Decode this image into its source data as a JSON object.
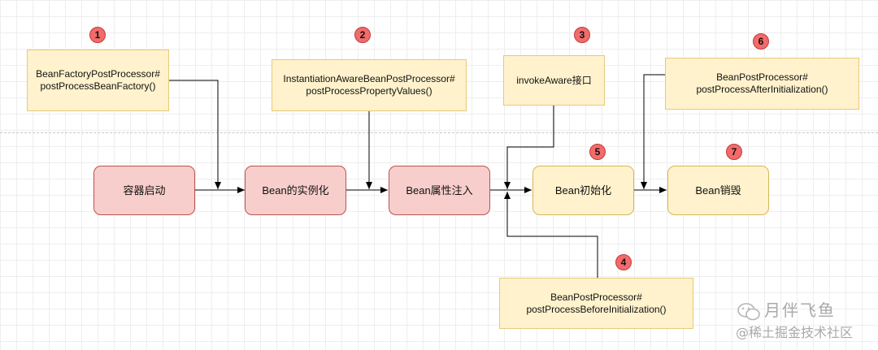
{
  "notes": {
    "bfpp": {
      "line1": "BeanFactoryPostProcessor#",
      "line2": "postProcessBeanFactory()"
    },
    "iabpp": {
      "line1": "InstantiationAwareBeanPostProcessor#",
      "line2": "postProcessPropertyValues()"
    },
    "aware": {
      "line1": "invokeAware接口"
    },
    "after": {
      "line1": "BeanPostProcessor#",
      "line2": "postProcessAfterInitialization()"
    },
    "before": {
      "line1": "BeanPostProcessor#",
      "line2": "postProcessBeforeInitialization()"
    }
  },
  "steps": {
    "container_start": "容器启动",
    "instantiate": "Bean的实例化",
    "populate": "Bean属性注入",
    "initialize": "Bean初始化",
    "destroy": "Bean销毁"
  },
  "badges": {
    "b1": "1",
    "b2": "2",
    "b3": "3",
    "b4": "4",
    "b5": "5",
    "b6": "6",
    "b7": "7"
  },
  "watermark": {
    "line1": "月伴飞鱼",
    "line2": "@稀土掘金技术社区"
  }
}
